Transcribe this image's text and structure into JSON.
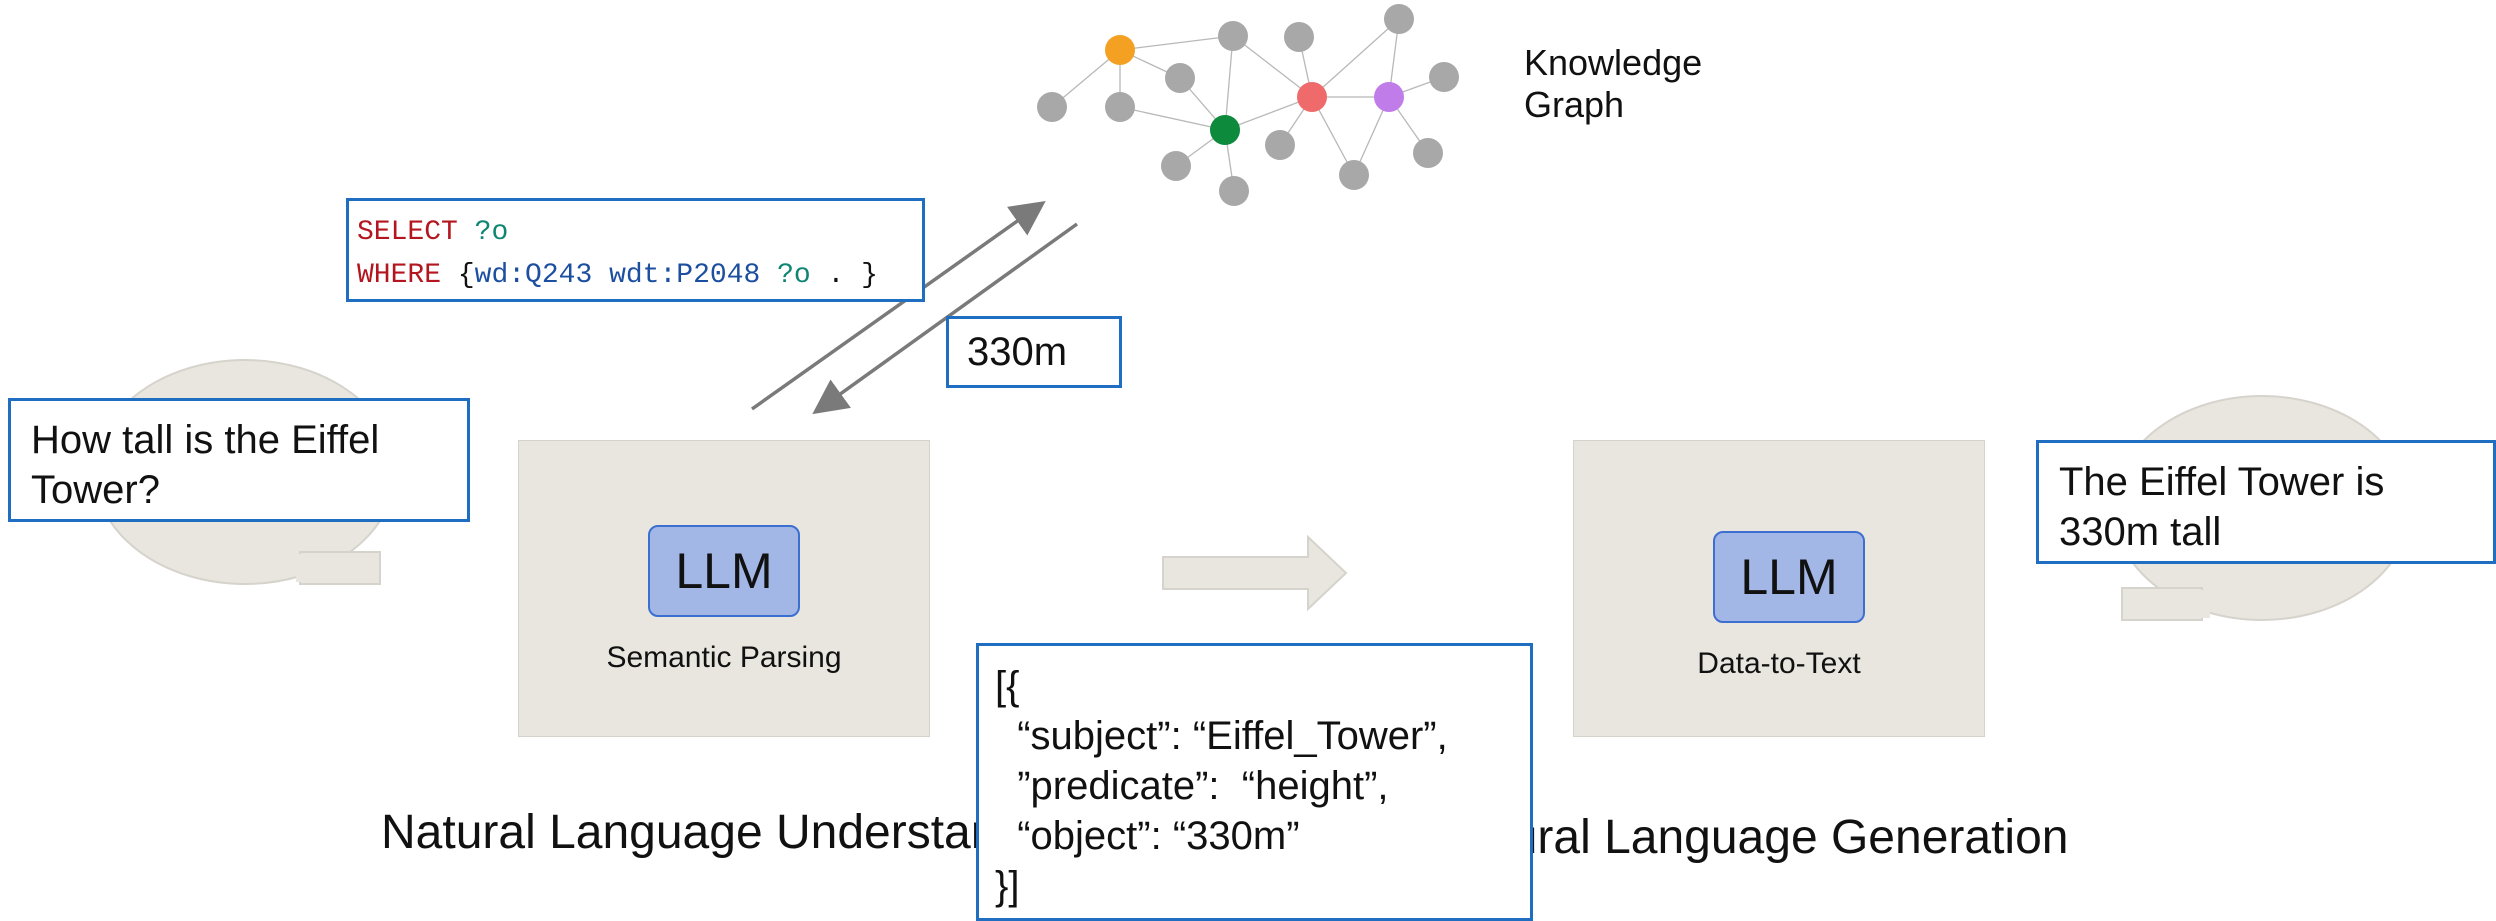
{
  "knowledge_graph": {
    "label_line1": "Knowledge",
    "label_line2": "Graph"
  },
  "sparql": {
    "select_kw": "SELECT",
    "select_var": "?o",
    "where_kw": "WHERE",
    "open_brace": "{",
    "subject": "wd:Q243",
    "predicate": "wdt:P2048",
    "object_var": "?o",
    "tail": " . }"
  },
  "result": {
    "value": "330m"
  },
  "question": {
    "line1": "How tall is the Eiffel",
    "line2": "Tower?"
  },
  "answer": {
    "line1": "The Eiffel Tower is",
    "line2": "330m tall"
  },
  "left_panel": {
    "llm": "LLM",
    "label": "Semantic Parsing"
  },
  "right_panel": {
    "llm": "LLM",
    "label": "Data-to-Text"
  },
  "json_triple": {
    "lines": [
      "[{",
      "  “subject”: “Eiffel_Tower”,",
      "  ”predicate”:  “height”,",
      "  “object”: “330m”",
      "}]"
    ]
  },
  "captions": {
    "nlu": "Natural Language Understanding",
    "nlg": "Natural Language Generation"
  },
  "colors": {
    "node_gray": "#a8a8a8",
    "node_orange": "#f4a023",
    "node_green": "#0d8a3c",
    "node_red": "#ef6a6a",
    "node_purple": "#c07ce8",
    "box_border": "#1f6ec2",
    "panel_fill": "#e9e6df",
    "llm_fill": "#a3b7e6"
  }
}
